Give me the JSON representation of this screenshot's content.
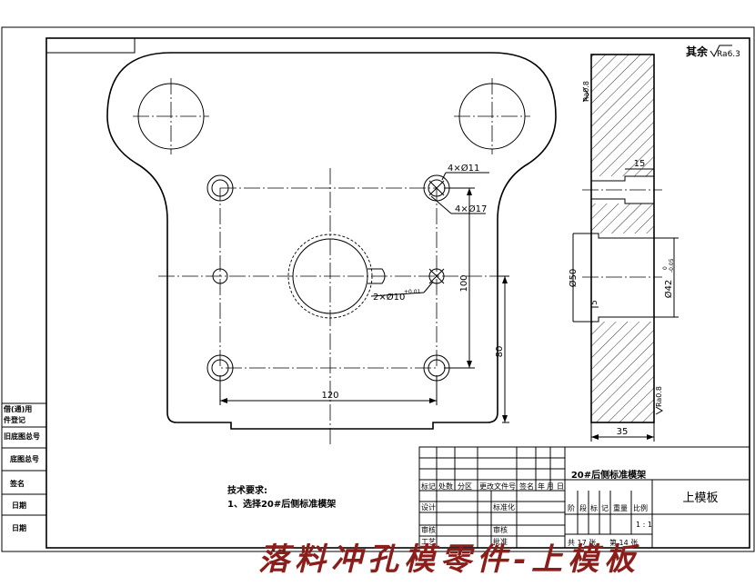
{
  "roughness_note": "其余",
  "roughness_value": "Ra6.3",
  "section_marks": {
    "top": "Ra0.8",
    "bottom": "Ra0.8"
  },
  "dims": {
    "hole_small": "4×Ø11",
    "hole_large": "4×Ø17",
    "pin_hole": "2×Ø10",
    "pin_tol": "+0.01",
    "d100": "100",
    "d80": "80",
    "d120": "120",
    "s15": "15",
    "s5": "5",
    "s35": "35",
    "s50": "Ø50",
    "s42": "Ø42",
    "s42tol": "0",
    "s42tol2": "-0.05"
  },
  "side_block": [
    "借(通)用",
    "件登记",
    "旧底图总号",
    "底图总号",
    "签名",
    "日期",
    "日期"
  ],
  "tech": {
    "heading": "技术要求:",
    "item1": "1、选择20#后侧标准模架"
  },
  "title_block": {
    "assembly": "20#后侧标准模架",
    "part_name": "上模板",
    "row_headers": [
      "标记",
      "处数",
      "分区",
      "更改文件号",
      "签名",
      "年",
      "月",
      "日"
    ],
    "labels": [
      "设计",
      "标准化",
      "审核",
      "工艺",
      "审核",
      "批准"
    ],
    "stage_headers": [
      "阶",
      "段",
      "标",
      "记",
      "重量",
      "比例"
    ],
    "scale": "1 : 1",
    "sheets_total": "共 17 张",
    "sheet_no": "第 14 张"
  },
  "caption": "落料冲孔模零件-上模板"
}
